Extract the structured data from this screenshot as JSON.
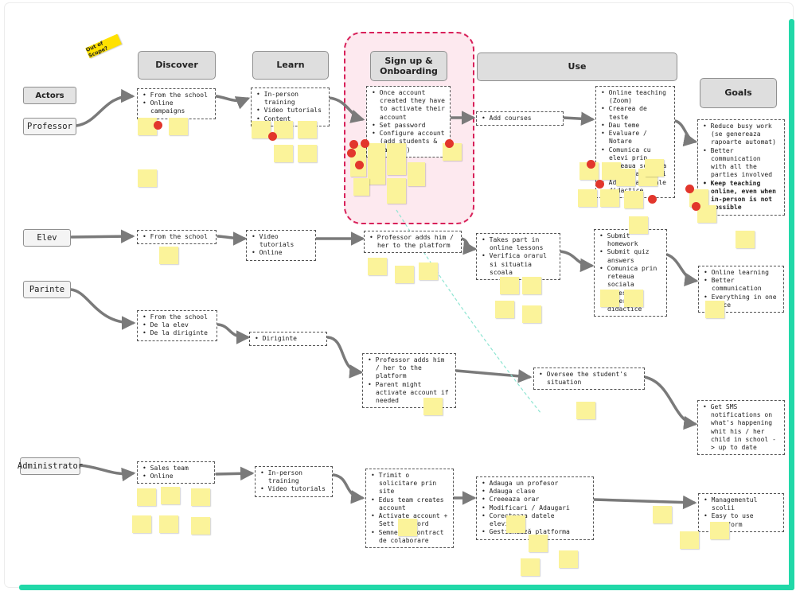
{
  "scope_tag": "Out of Scope?",
  "stages": {
    "discover": "Discover",
    "learn": "Learn",
    "signup": "Sign up & Onboarding",
    "use": "Use",
    "goals": "Goals"
  },
  "actors": {
    "title": "Actors",
    "professor": "Professor",
    "elev": "Elev",
    "parinte": "Parinte",
    "administrator": "Administrator"
  },
  "professor": {
    "discover": [
      "From the school",
      "Online campaigns"
    ],
    "learn": [
      "In-person training",
      "Video tutorials",
      "Content"
    ],
    "signup": [
      "Once account created they have to activate their account",
      "Set password",
      "Configure account (add students & parents)"
    ],
    "use_entry": [
      "Add courses"
    ],
    "use": [
      "Online teaching (Zoom)",
      "Crearea de teste",
      "Dau teme",
      "Evaluare / Notare",
      "Comunica cu elevi prin reteaua sociala",
      "Trimit anunturi",
      "Adaug materiale didactice"
    ],
    "goals": [
      "Reduce busy work (se genereaza rapoarte automat)",
      "Better communication with all the parties involved",
      "Keep teaching online, even when in-person is not possible"
    ]
  },
  "elev": {
    "discover": [
      "From the school"
    ],
    "learn": [
      "Video tutorials",
      "Online"
    ],
    "signup": [
      "Professor adds him / her to the platform"
    ],
    "use_entry": [
      "Takes part in online lessons",
      "Verifica orarul si situatia scoala"
    ],
    "use": [
      "Submit homework",
      "Submit quiz answers",
      "Comunica prin reteaua sociala",
      "Acces la materiale didactice"
    ],
    "goals": [
      "Online learning",
      "Better communication",
      "Everything in one place"
    ]
  },
  "parinte": {
    "discover": [
      "From the school",
      "De la elev",
      "De la diriginte"
    ],
    "learn": [
      "Diriginte"
    ],
    "signup": [
      "Professor adds him / her to the platform",
      "Parent might activate account if needed"
    ],
    "use": [
      "Oversee the student's situation"
    ],
    "goals": [
      "Get SMS notifications on what's happening whit his / her child in school -> up to date"
    ]
  },
  "administrator": {
    "discover": [
      "Sales team",
      "Online"
    ],
    "learn": [
      "In-person training",
      "Video tutorials"
    ],
    "signup": [
      "Trimit o solicitare prin site",
      "Edus team creates account",
      "Activate account + Sett password",
      "Semnează contract de colaborare"
    ],
    "use": [
      "Adauga un profesor",
      "Adauga clase",
      "Creeeaza orar",
      "Modificari / Adaugari",
      "Corecteaza datele elevilor",
      "Gestionează platforma"
    ],
    "goals": [
      "Managementul scolii",
      "Easy to use platform"
    ]
  },
  "colors": {
    "accent": "#21d8a8",
    "onboarding_highlight": "#d8215a",
    "sticky_note": "#fbf39a",
    "vote_dot": "#e2362c",
    "scope_tag": "#ffe100"
  }
}
